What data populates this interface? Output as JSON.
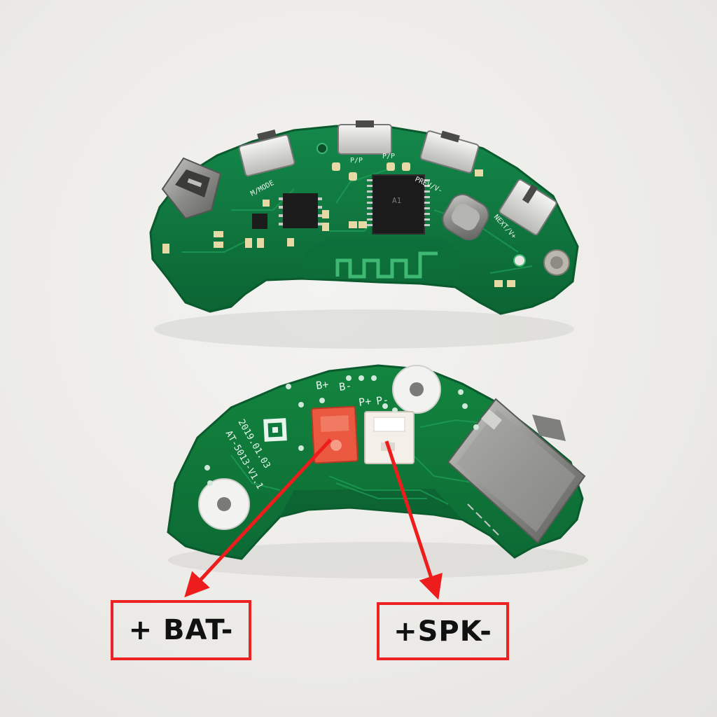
{
  "silkscreen": {
    "top_board": {
      "mode_label": "M/MODE",
      "pp_label_left": "P/P",
      "pp_label_right": "P/P",
      "prev_label": "PREV/V-",
      "next_label": "NEXT/V+",
      "chip_mark": "A1"
    },
    "bottom_board": {
      "b_plus": "B+",
      "b_minus": "B-",
      "p_plus": "P+",
      "p_minus": "P-",
      "date_code": "2019.01.03",
      "model_code": "AT-5013-V1.1"
    }
  },
  "annotations": {
    "battery_label": "+ BAT-",
    "speaker_label": "+SPK-"
  },
  "colors": {
    "pcb_green": "#0e7a3e",
    "pcb_dark": "#0a5a2d",
    "annotation_red": "#ee2222",
    "connector_red": "#e9583f",
    "connector_white": "#f4efe9"
  }
}
